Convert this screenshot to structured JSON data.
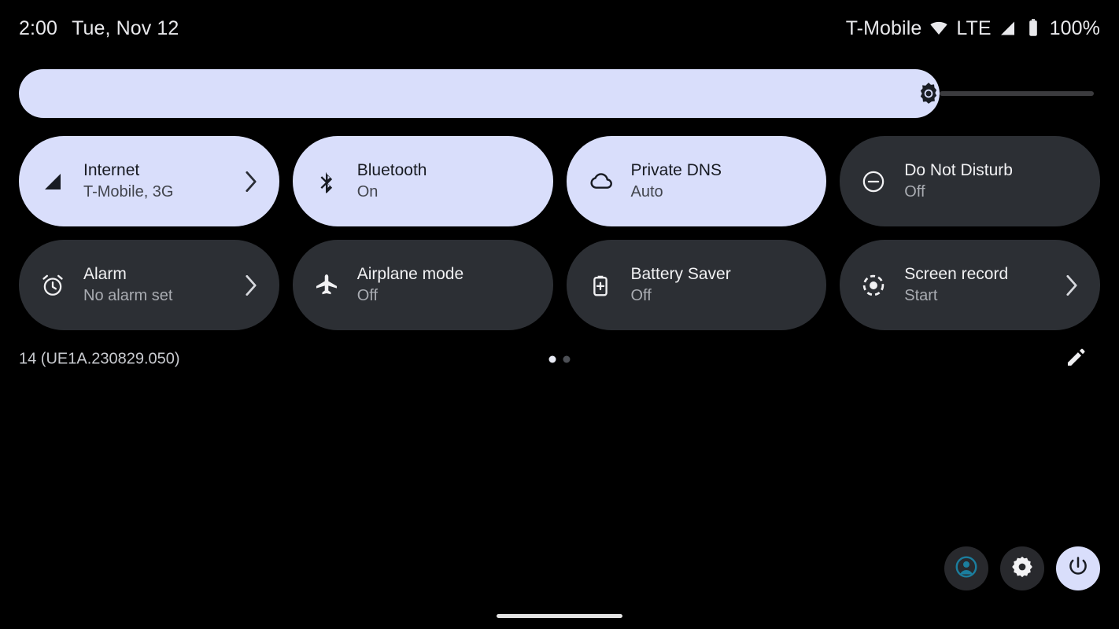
{
  "status_bar": {
    "time": "2:00",
    "date": "Tue, Nov 12",
    "carrier": "T-Mobile",
    "wifi_icon": "wifi-icon",
    "network_type": "LTE",
    "signal_icon": "cell-signal-icon",
    "battery_icon": "battery-full-icon",
    "battery_percent": "100%"
  },
  "brightness": {
    "name": "brightness-slider",
    "icon": "brightness-sun-icon",
    "value": 85
  },
  "tiles": [
    {
      "id": "internet",
      "icon": "cell-signal-icon",
      "title": "Internet",
      "subtitle": "T-Mobile, 3G",
      "state": "active",
      "chevron": true
    },
    {
      "id": "bluetooth",
      "icon": "bluetooth-icon",
      "title": "Bluetooth",
      "subtitle": "On",
      "state": "active",
      "chevron": false
    },
    {
      "id": "private-dns",
      "icon": "cloud-icon",
      "title": "Private DNS",
      "subtitle": "Auto",
      "state": "active",
      "chevron": false
    },
    {
      "id": "do-not-disturb",
      "icon": "do-not-disturb-icon",
      "title": "Do Not Disturb",
      "subtitle": "Off",
      "state": "inactive",
      "chevron": false
    },
    {
      "id": "alarm",
      "icon": "alarm-clock-icon",
      "title": "Alarm",
      "subtitle": "No alarm set",
      "state": "inactive",
      "chevron": true
    },
    {
      "id": "airplane-mode",
      "icon": "airplane-icon",
      "title": "Airplane mode",
      "subtitle": "Off",
      "state": "inactive",
      "chevron": false
    },
    {
      "id": "battery-saver",
      "icon": "battery-saver-icon",
      "title": "Battery Saver",
      "subtitle": "Off",
      "state": "inactive",
      "chevron": false
    },
    {
      "id": "screen-record",
      "icon": "screen-record-icon",
      "title": "Screen record",
      "subtitle": "Start",
      "state": "inactive",
      "chevron": true
    }
  ],
  "footer": {
    "build_label": "14 (UE1A.230829.050)",
    "page_dots": [
      {
        "active": true
      },
      {
        "active": false
      }
    ],
    "edit_icon": "pencil-edit-icon"
  },
  "action_buttons": [
    {
      "id": "user-switcher",
      "icon": "user-avatar-icon",
      "style": "dark"
    },
    {
      "id": "settings",
      "icon": "gear-icon",
      "style": "dark"
    },
    {
      "id": "power",
      "icon": "power-icon",
      "style": "light"
    }
  ],
  "nav_bar": {
    "home_handle": "home-gesture-handle"
  },
  "colors": {
    "background": "#000000",
    "tile_active": "#d9deFB",
    "tile_inactive": "#2c2f34",
    "text_on_active": "#181b22",
    "text_on_inactive": "#f1f1f3",
    "avatar_accent": "#1b7e9e"
  }
}
